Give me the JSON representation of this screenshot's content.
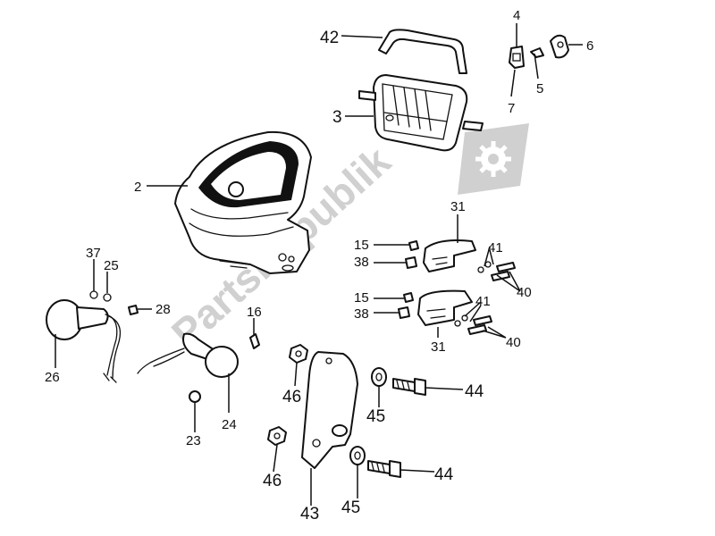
{
  "watermark": {
    "text": "PartsRepublik",
    "color": "#d0d0d0"
  },
  "callouts": [
    {
      "id": "c42",
      "text": "42",
      "size": "big"
    },
    {
      "id": "c3",
      "text": "3",
      "size": "big"
    },
    {
      "id": "c4",
      "text": "4",
      "size": "small"
    },
    {
      "id": "c6",
      "text": "6",
      "size": "small"
    },
    {
      "id": "c5",
      "text": "5",
      "size": "small"
    },
    {
      "id": "c7",
      "text": "7",
      "size": "small"
    },
    {
      "id": "c2",
      "text": "2",
      "size": "small"
    },
    {
      "id": "c31a",
      "text": "31",
      "size": "small"
    },
    {
      "id": "c15a",
      "text": "15",
      "size": "small"
    },
    {
      "id": "c38a",
      "text": "38",
      "size": "small"
    },
    {
      "id": "c41a",
      "text": "41",
      "size": "small"
    },
    {
      "id": "c40a",
      "text": "40",
      "size": "small"
    },
    {
      "id": "c15b",
      "text": "15",
      "size": "small"
    },
    {
      "id": "c38b",
      "text": "38",
      "size": "small"
    },
    {
      "id": "c41b",
      "text": "41",
      "size": "small"
    },
    {
      "id": "c40b",
      "text": "40",
      "size": "small"
    },
    {
      "id": "c31b",
      "text": "31",
      "size": "small"
    },
    {
      "id": "c37",
      "text": "37",
      "size": "small"
    },
    {
      "id": "c25",
      "text": "25",
      "size": "small"
    },
    {
      "id": "c28",
      "text": "28",
      "size": "small"
    },
    {
      "id": "c26",
      "text": "26",
      "size": "small"
    },
    {
      "id": "c16",
      "text": "16",
      "size": "small"
    },
    {
      "id": "c23",
      "text": "23",
      "size": "small"
    },
    {
      "id": "c24",
      "text": "24",
      "size": "small"
    },
    {
      "id": "c46a",
      "text": "46",
      "size": "big"
    },
    {
      "id": "c45a",
      "text": "45",
      "size": "big"
    },
    {
      "id": "c44a",
      "text": "44",
      "size": "big"
    },
    {
      "id": "c46b",
      "text": "46",
      "size": "big"
    },
    {
      "id": "c44b",
      "text": "44",
      "size": "big"
    },
    {
      "id": "c43",
      "text": "43",
      "size": "big"
    },
    {
      "id": "c45b",
      "text": "45",
      "size": "big"
    }
  ]
}
